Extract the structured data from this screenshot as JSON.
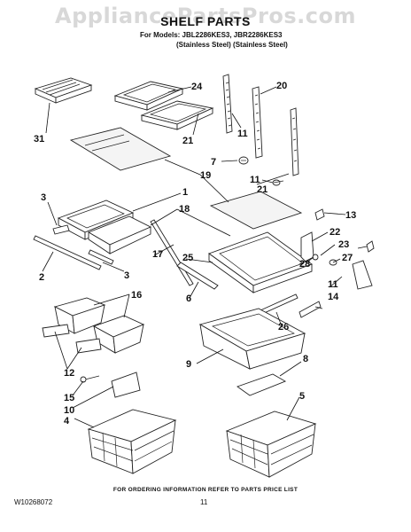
{
  "watermark": "AppliancePartsPros.com",
  "title": "SHELF PARTS",
  "models_line1": "For Models: JBL2286KES3, JBR2286KES3",
  "models_line2": "(Stainless Steel) (Stainless Steel)",
  "footer_note": "FOR ORDERING INFORMATION REFER TO PARTS PRICE LIST",
  "doc_number": "W10268072",
  "page_number": "11",
  "callouts": [
    {
      "label": "31"
    },
    {
      "label": "24"
    },
    {
      "label": "20"
    },
    {
      "label": "11"
    },
    {
      "label": "21"
    },
    {
      "label": "7"
    },
    {
      "label": "11"
    },
    {
      "label": "19"
    },
    {
      "label": "21"
    },
    {
      "label": "3"
    },
    {
      "label": "1"
    },
    {
      "label": "18"
    },
    {
      "label": "13"
    },
    {
      "label": "22"
    },
    {
      "label": "23"
    },
    {
      "label": "17"
    },
    {
      "label": "25"
    },
    {
      "label": "27"
    },
    {
      "label": "28"
    },
    {
      "label": "2"
    },
    {
      "label": "3"
    },
    {
      "label": "6"
    },
    {
      "label": "11"
    },
    {
      "label": "14"
    },
    {
      "label": "16"
    },
    {
      "label": "26"
    },
    {
      "label": "9"
    },
    {
      "label": "12"
    },
    {
      "label": "8"
    },
    {
      "label": "15"
    },
    {
      "label": "10"
    },
    {
      "label": "5"
    },
    {
      "label": "4"
    }
  ]
}
